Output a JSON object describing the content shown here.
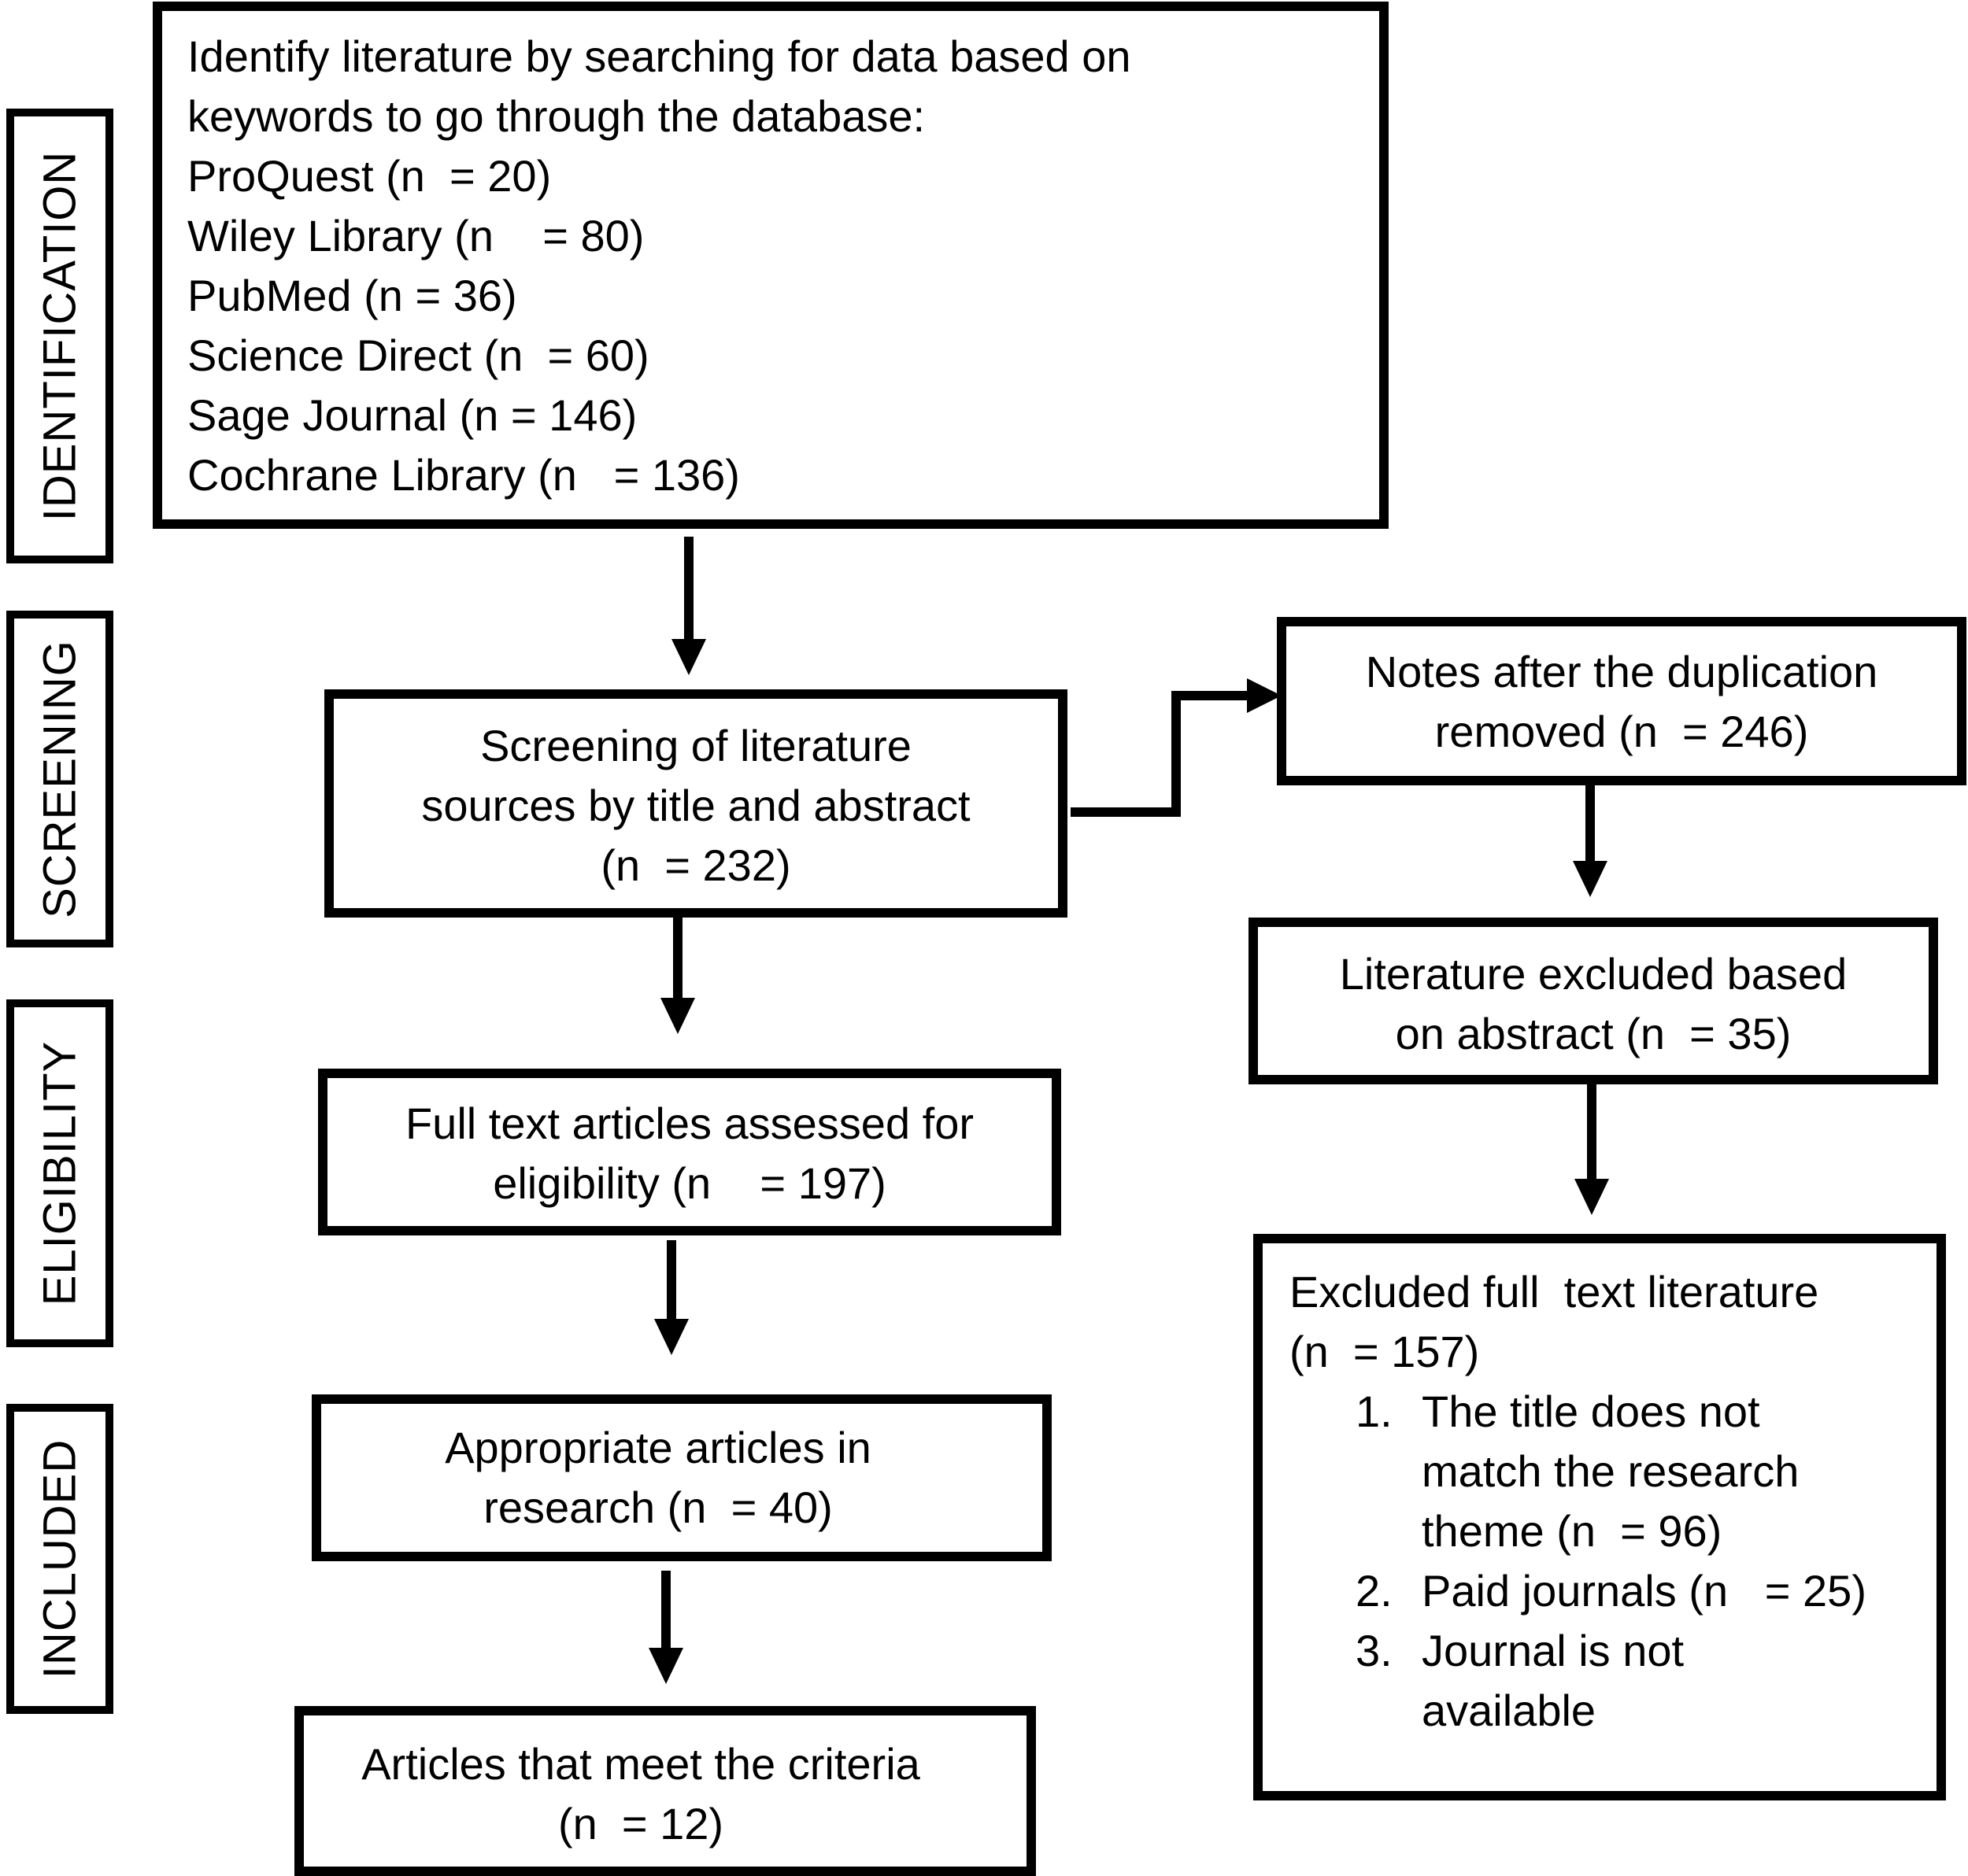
{
  "stages": {
    "identification": "IDENTIFICATION",
    "screening": "SCREENING",
    "eligibility": "ELIGIBILITY",
    "included": "INCLUDED"
  },
  "identify_box": {
    "lines": [
      "Identify literature by searching for data based on",
      "keywords to go through the database:",
      "ProQuest (n  = 20)",
      "Wiley Library (n    = 80)",
      "PubMed (n = 36)",
      "Science Direct (n  = 60)",
      "Sage Journal (n = 146)",
      "Cochrane Library (n   = 136)"
    ]
  },
  "screening_box": {
    "lines": [
      "Screening of literature",
      "sources by title and abstract",
      "(n  = 232)"
    ]
  },
  "duplicates_box": {
    "lines": [
      "Notes after the duplication",
      "removed (n  = 246)"
    ]
  },
  "excluded_abstract_box": {
    "lines": [
      "Literature excluded based",
      "on abstract (n  = 35)"
    ]
  },
  "eligibility_box": {
    "lines": [
      "Full text articles assessed for",
      "eligibility (n    = 197)"
    ]
  },
  "excluded_fulltext_box": {
    "title_lines": [
      "Excluded full  text literature",
      "(n  = 157)"
    ],
    "items": [
      {
        "num": "1.",
        "lines": [
          "The title does not",
          "match the research",
          "theme (n  = 96)"
        ]
      },
      {
        "num": "2.",
        "lines": [
          "Paid journals (n   = 25)"
        ]
      },
      {
        "num": "3.",
        "lines": [
          "Journal is not",
          "available"
        ]
      }
    ]
  },
  "appropriate_box": {
    "lines": [
      "Appropriate articles in",
      "research (n  = 40)"
    ]
  },
  "criteria_box": {
    "lines": [
      "Articles that meet the criteria",
      "(n  = 12)"
    ]
  }
}
